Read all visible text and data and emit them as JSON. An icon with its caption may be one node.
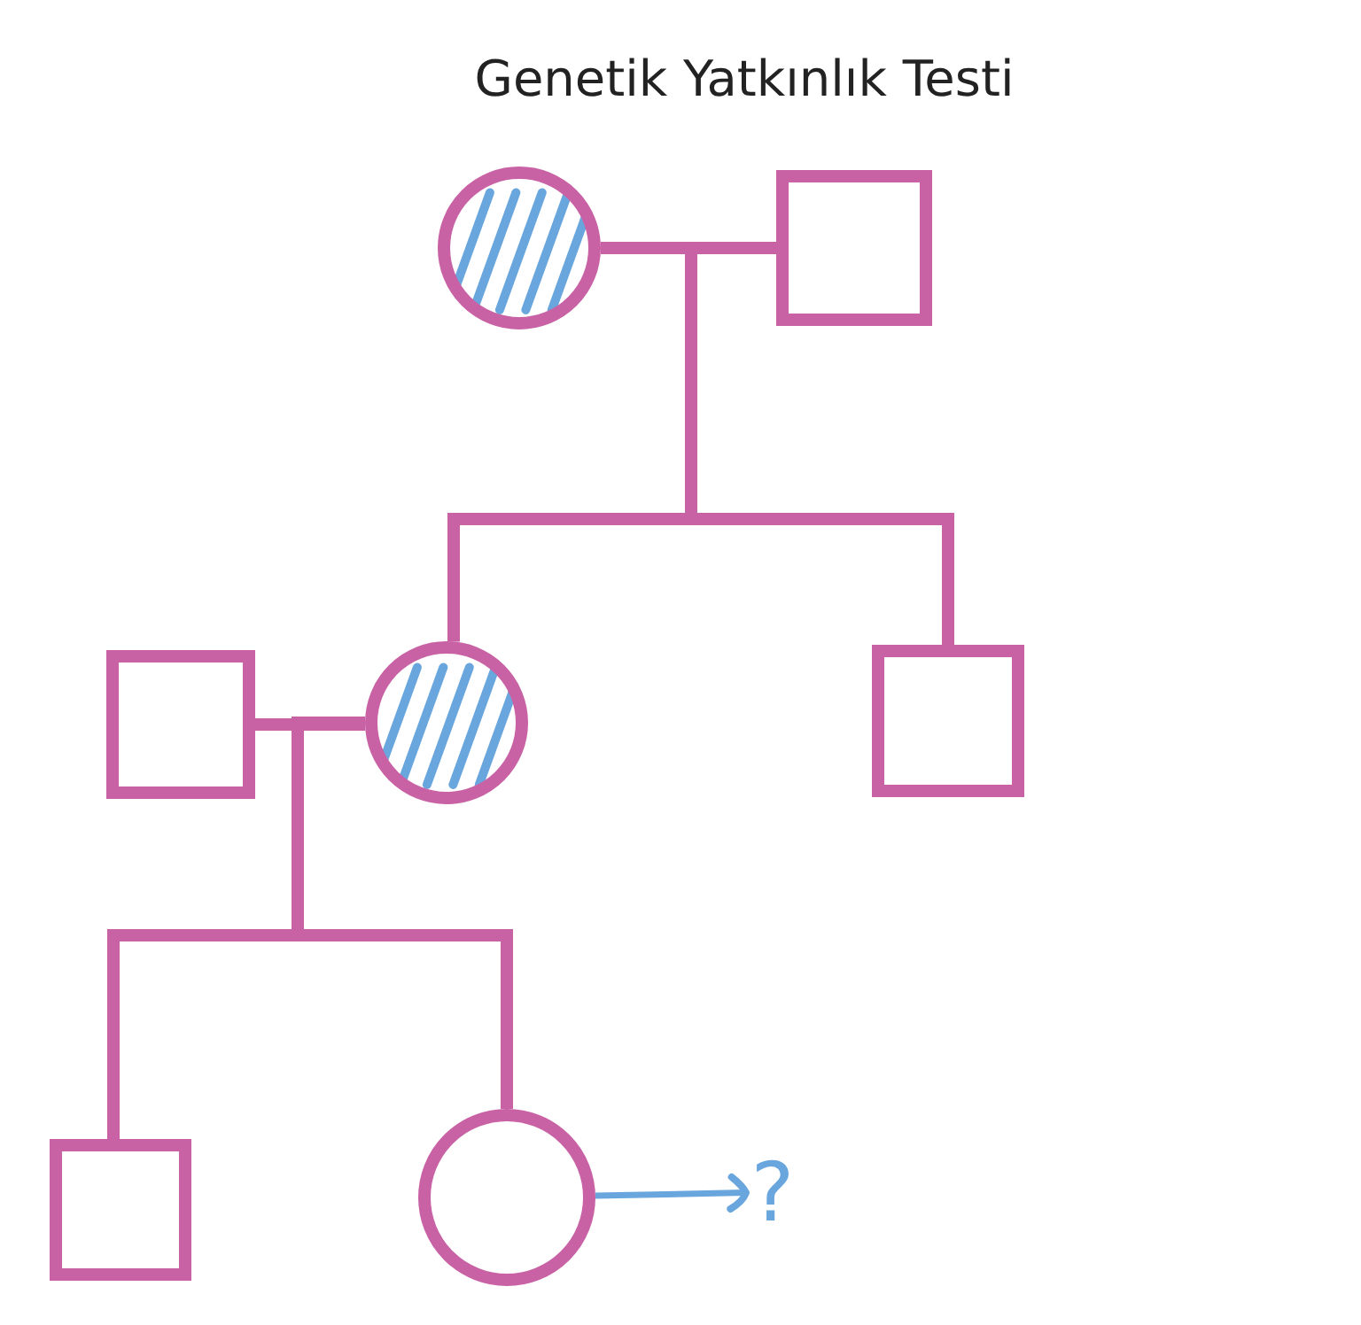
{
  "diagram": {
    "title": "Genetik Yatkınlık Testi",
    "nodes": [
      {
        "text": [],
        "shape": "circle"
      },
      {
        "text": [],
        "shape": "box"
      },
      {
        "text": [],
        "shape": "circle"
      },
      {
        "text": [],
        "shape": "box"
      },
      {
        "text": [],
        "shape": "box"
      },
      {
        "text": [],
        "shape": "box"
      },
      {
        "text": [],
        "shape": "circle"
      },
      {
        "text": [
          "?"
        ]
      }
    ],
    "edges": [
      {
        "from": 0,
        "to": 1,
        "arrow": "none"
      },
      {
        "from": 0,
        "to": 2,
        "arrow": "none"
      },
      {
        "from": 1,
        "to": 2,
        "arrow": "none"
      },
      {
        "from": 0,
        "to": 3,
        "arrow": "none"
      },
      {
        "from": 1,
        "to": 3,
        "arrow": "none"
      },
      {
        "from": 4,
        "to": 2,
        "arrow": "none"
      },
      {
        "from": 4,
        "to": 5,
        "arrow": "none"
      },
      {
        "from": 2,
        "to": 5,
        "arrow": "none"
      },
      {
        "from": 4,
        "to": 6,
        "arrow": "none"
      },
      {
        "from": 2,
        "to": 6,
        "arrow": "none"
      },
      {
        "from": 6,
        "to": 7,
        "arrow": "to",
        "color": "#6aa6de"
      }
    ]
  }
}
